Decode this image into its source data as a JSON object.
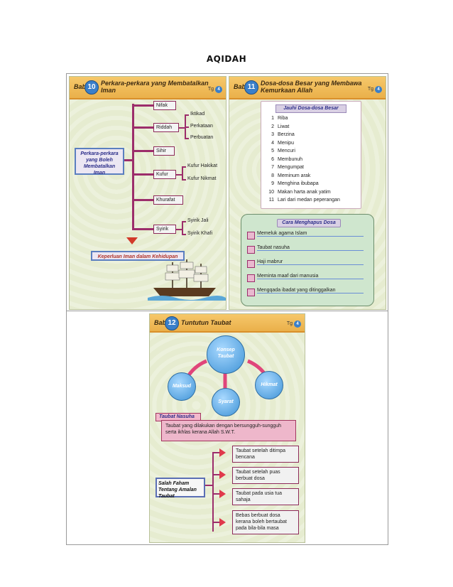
{
  "doc_title": "AQIDAH",
  "panel1": {
    "bab_label": "Bab",
    "bab_num": "10",
    "title_line1": "Perkara-perkara yang Membatalkan",
    "title_line2": "Iman",
    "tg_label": "Tg",
    "tg_num": "4",
    "main_box": "Perkara-perkara yang Boleh Membatalkan Iman",
    "items": [
      "Nifak",
      "Riddah",
      "Sihir",
      "Kufur",
      "Khurafat",
      "Syirik"
    ],
    "riddah_sub": [
      "Iktikad",
      "Perkataan",
      "Perbuatan"
    ],
    "kufur_sub": [
      "Kufur Hakikat",
      "Kufur Nikmat"
    ],
    "syirik_sub": [
      "Syirik Jali",
      "Syirik Khafi"
    ],
    "bottom_box": "Keperluan Iman dalam Kehidupan"
  },
  "panel2": {
    "bab_label": "Bab",
    "bab_num": "11",
    "title_line1": "Dosa-dosa Besar yang Membawa",
    "title_line2": "Kemurkaan Allah",
    "tg_label": "Tg",
    "tg_num": "4",
    "list_head": "Jauhi Dosa-dosa Besar",
    "list": [
      {
        "n": "1",
        "t": "Riba"
      },
      {
        "n": "2",
        "t": "Liwat"
      },
      {
        "n": "3",
        "t": "Berzina"
      },
      {
        "n": "4",
        "t": "Menipu"
      },
      {
        "n": "5",
        "t": "Mencuri"
      },
      {
        "n": "6",
        "t": "Membunuh"
      },
      {
        "n": "7",
        "t": "Mengumpat"
      },
      {
        "n": "8",
        "t": "Meminum arak"
      },
      {
        "n": "9",
        "t": "Menghina ibubapa"
      },
      {
        "n": "10",
        "t": "Makan harta anak yatim"
      },
      {
        "n": "11",
        "t": "Lari dari medan peperangan"
      }
    ],
    "green_head": "Cara Menghapus Dosa",
    "green_list": [
      "Memeluk agama Islam",
      "Taubat nasuha",
      "Haji mabrur",
      "Meminta maaf dari manusia",
      "Mengqada ibadat yang ditinggalkan"
    ]
  },
  "panel3": {
    "bab_label": "Bab",
    "bab_num": "12",
    "title": "Tuntutun Taubat",
    "tg_label": "Tg",
    "tg_num": "4",
    "center": "Konsep Taubat",
    "left": "Maksud",
    "middle": "Syarat",
    "right": "Hikmat",
    "nasuha_label": "Taubat Nasuha",
    "nasuha_text": "Taubat yang dilakukan dengan bersungguh-sungguh serta ikhlas kerana Allah S.W.T.",
    "salah": "Salah Faham Tentang Amalan Taubat",
    "misconceptions": [
      "Taubat setelah ditimpa bencana",
      "Taubat setelah puas berbuat dosa",
      "Taubat pada usia tua sahaja",
      "Bebas berbuat dosa kerana boleh bertaubat pada bila-bila masa"
    ]
  },
  "colors": {
    "header": "#eab04a",
    "accent_line": "#9c2d6b",
    "circle": "#3f93d6"
  }
}
